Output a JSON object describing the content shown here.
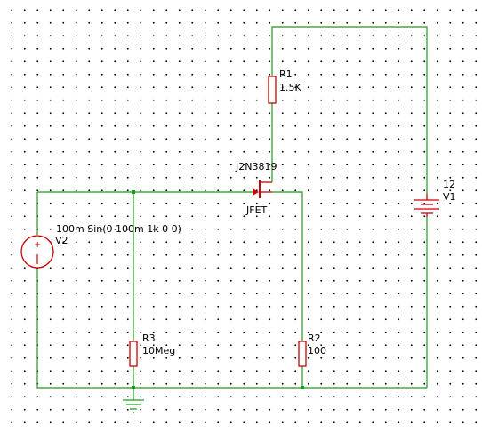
{
  "colors": {
    "wire": "#1a9a1a",
    "component": "#cc0000",
    "junction": "#1a9a1a",
    "text": "#000000",
    "grid_dot": "#000000"
  },
  "components": {
    "r1": {
      "ref": "R1",
      "value": "1.5K"
    },
    "r2": {
      "ref": "R2",
      "value": "100"
    },
    "r3": {
      "ref": "R3",
      "value": "10Meg"
    },
    "v1": {
      "ref": "V1",
      "value": "12"
    },
    "v2": {
      "ref": "V2",
      "value": "100m Sin(0 100m 1k 0 0)"
    },
    "j1": {
      "model": "J2N3819",
      "type": "JFET"
    }
  },
  "symbols": {
    "v2_polarity": "+"
  },
  "icons": [
    "resistor-icon",
    "dc-battery-icon",
    "ac-voltage-source-icon",
    "njfet-icon",
    "ground-icon",
    "junction-dot-icon"
  ]
}
